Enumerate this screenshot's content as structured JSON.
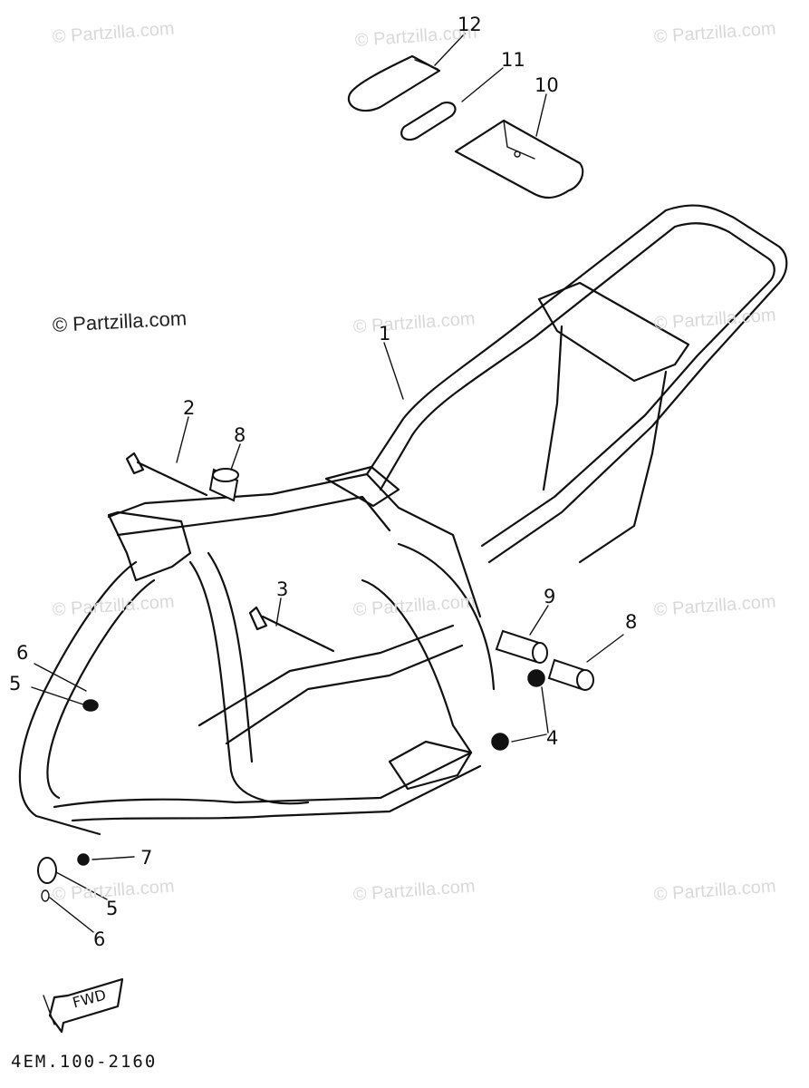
{
  "diagram": {
    "watermark": "© Partzilla.com",
    "code": "4EM.100-2160",
    "fwd": "FWD",
    "callouts": [
      "12",
      "11",
      "10",
      "1",
      "2",
      "8",
      "3",
      "9",
      "8",
      "4",
      "6",
      "5",
      "7",
      "5",
      "6"
    ]
  }
}
